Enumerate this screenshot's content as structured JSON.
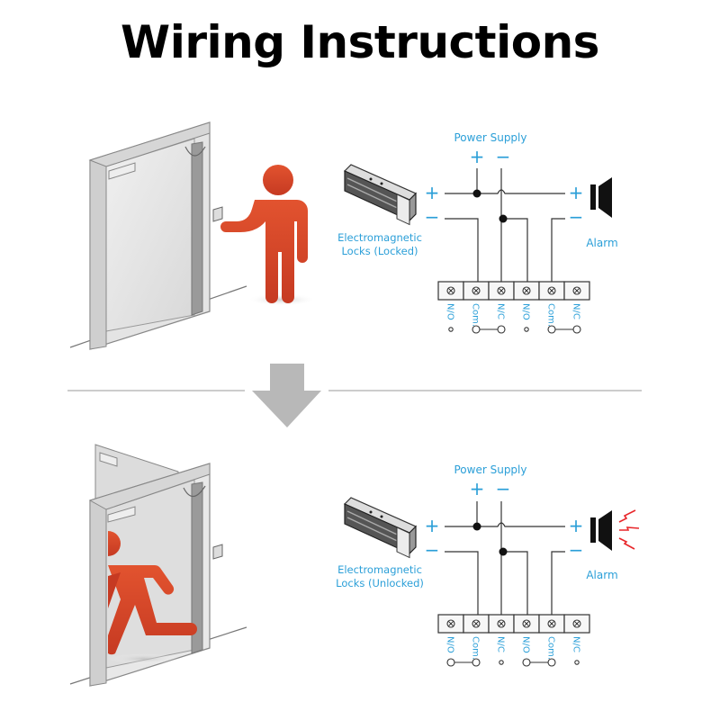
{
  "title": "Wiring Instructions",
  "accent_color": "#2b9fd8",
  "figure_color": "#d9442a",
  "panels": [
    {
      "state": "locked",
      "scene": "person-waiting-at-closed-door",
      "lock_label_line1": "Electromagnetic",
      "lock_label_line2": "Locks (Locked)",
      "power_supply_label": "Power Supply",
      "plus": "+",
      "minus": "−",
      "alarm_label": "Alarm",
      "alarm_sounding": false,
      "terminals": [
        "N/O",
        "Com.",
        "N/C",
        "N/O",
        "Com.",
        "N/C"
      ],
      "contact_symbols": [
        "o",
        "o–o",
        "o",
        "o–o"
      ]
    },
    {
      "state": "unlocked",
      "scene": "person-running-through-open-door",
      "lock_label_line1": "Electromagnetic",
      "lock_label_line2": "Locks (Unlocked)",
      "power_supply_label": "Power Supply",
      "plus": "+",
      "minus": "−",
      "alarm_label": "Alarm",
      "alarm_sounding": true,
      "terminals": [
        "N/O",
        "Com.",
        "N/C",
        "N/O",
        "Com.",
        "N/C"
      ],
      "contact_symbols": [
        "o–o",
        "o",
        "o–o",
        "o"
      ]
    }
  ],
  "divider": {
    "icon": "down-arrow-icon"
  }
}
